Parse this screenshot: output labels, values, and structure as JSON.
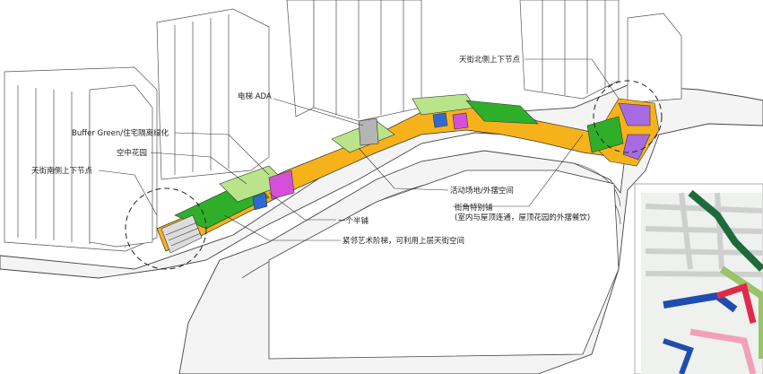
{
  "colors": {
    "green": "#2fae2a",
    "light_green": "#b9e48a",
    "orange": "#f6b21b",
    "magenta": "#d64fd8",
    "purple": "#a66be0",
    "blue": "#2d6ad4",
    "grey": "#b4b4b4"
  },
  "annotations": [
    {
      "id": "north_node",
      "text": "天街北侧上下节点"
    },
    {
      "id": "elevator",
      "text": "电梯 ADA"
    },
    {
      "id": "buffer_green",
      "text": "Buffer Green/住宅隔离绿化"
    },
    {
      "id": "sky_garden",
      "text": "空中花园"
    },
    {
      "id": "south_node",
      "text": "天街南侧上下节点"
    },
    {
      "id": "activity",
      "text": "活动场地/外摆空间"
    },
    {
      "id": "corner_shop",
      "text": "街角特别铺"
    },
    {
      "id": "corner_shop_note",
      "text": "(室内与屋顶连通，屋顶花园的外摆餐饮)"
    },
    {
      "id": "half_level",
      "text": "一个半铺"
    },
    {
      "id": "art_stair",
      "text": "紧邻艺术阶梯，可利用上层天街空间"
    }
  ]
}
